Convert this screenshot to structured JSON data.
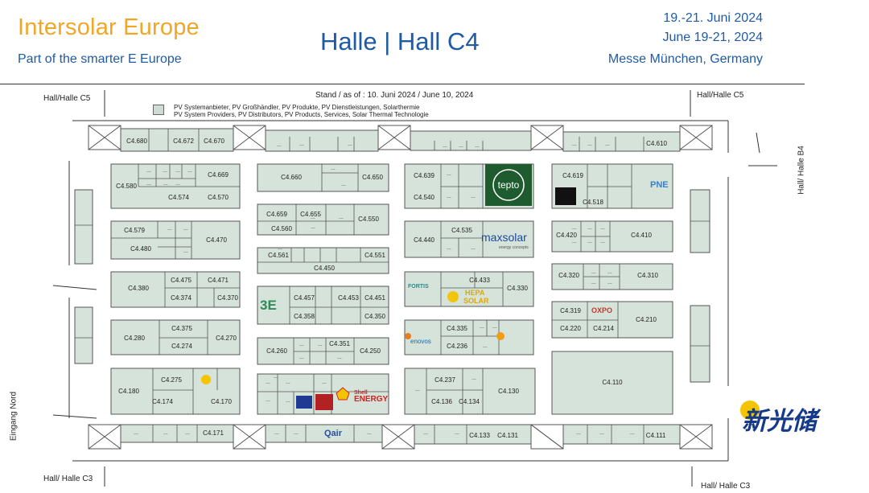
{
  "header": {
    "brand": "Intersolar Europe",
    "tagline": "Part of the smarter E Europe",
    "hall_title": "Halle | Hall C4",
    "date_de": "19.-21. Juni 2024",
    "date_en": "June 19-21, 2024",
    "venue": "Messe München, Germany"
  },
  "map": {
    "stand_date": "Stand / as of : 10. Juni 2024 / June 10, 2024",
    "legend_de": "PV Systemanbieter, PV Großhändler, PV Produkte, PV Dienstleistungen, Solarthermie",
    "legend_en": "PV System Providers, PV Distributors, PV Products, Services, Solar Thermal Technologie",
    "hall_top_left": "Hall/Halle C5",
    "hall_top_right": "Hall/Halle C5",
    "hall_right": "Hall/ Halle B4",
    "hall_bottom_left": "Hall/ Halle C3",
    "hall_bottom_right": "Hall/ Halle C3",
    "entrance": "Eingang Nord"
  },
  "watermark": "新光储",
  "booths": [
    [
      "C4.680",
      170,
      175
    ],
    [
      "C4.672",
      228,
      175
    ],
    [
      "C4.670",
      266,
      175
    ],
    [
      "C4.610",
      816,
      178
    ],
    [
      "C4.669",
      271,
      217
    ],
    [
      "C4.580",
      157,
      231
    ],
    [
      "C4.574",
      222,
      245
    ],
    [
      "C4.570",
      271,
      245
    ],
    [
      "C4.660",
      362,
      220
    ],
    [
      "C4.650",
      463,
      220
    ],
    [
      "C4.639",
      527,
      218
    ],
    [
      "C4.540",
      527,
      245
    ],
    [
      "C4.619",
      712,
      218
    ],
    [
      "C4.518",
      737,
      251
    ],
    [
      "C4.659",
      344,
      266
    ],
    [
      "C4.655",
      386,
      266
    ],
    [
      "C4.550",
      458,
      272
    ],
    [
      "C4.560",
      350,
      284
    ],
    [
      "C4.535",
      574,
      286
    ],
    [
      "C4.440",
      527,
      298
    ],
    [
      "C4.579",
      167,
      286
    ],
    [
      "C4.470",
      269,
      298
    ],
    [
      "C4.480",
      175,
      309
    ],
    [
      "C4.420",
      704,
      292
    ],
    [
      "C4.410",
      797,
      292
    ],
    [
      "C4.561",
      346,
      317
    ],
    [
      "C4.551",
      466,
      317
    ],
    [
      "C4.450",
      403,
      333
    ],
    [
      "C4.475",
      225,
      348
    ],
    [
      "C4.471",
      271,
      348
    ],
    [
      "C4.380",
      172,
      358
    ],
    [
      "C4.374",
      225,
      370
    ],
    [
      "C4.370",
      283,
      370
    ],
    [
      "C4.433",
      596,
      348
    ],
    [
      "C4.330",
      643,
      358
    ],
    [
      "C4.320",
      707,
      342
    ],
    [
      "C4.310",
      805,
      342
    ],
    [
      "C4.457",
      378,
      370
    ],
    [
      "C4.453",
      433,
      370
    ],
    [
      "C4.451",
      466,
      370
    ],
    [
      "C4.358",
      378,
      393
    ],
    [
      "C4.350",
      466,
      393
    ],
    [
      "C4.319",
      709,
      386
    ],
    [
      "C4.220",
      709,
      408
    ],
    [
      "C4.214",
      750,
      408
    ],
    [
      "C4.210",
      803,
      397
    ],
    [
      "C4.375",
      226,
      408
    ],
    [
      "C4.280",
      167,
      420
    ],
    [
      "C4.270",
      281,
      420
    ],
    [
      "C4.274",
      226,
      430
    ],
    [
      "C4.335",
      568,
      408
    ],
    [
      "C4.236",
      568,
      430
    ],
    [
      "C4.351",
      422,
      427
    ],
    [
      "C4.260",
      344,
      436
    ],
    [
      "C4.250",
      460,
      436
    ],
    [
      "C4.237",
      553,
      472
    ],
    [
      "C4.130",
      632,
      486
    ],
    [
      "C4.136",
      549,
      499
    ],
    [
      "C4.134",
      583,
      499
    ],
    [
      "C4.110",
      761,
      475
    ],
    [
      "C4.275",
      213,
      472
    ],
    [
      "C4.180",
      160,
      486
    ],
    [
      "C4.174",
      202,
      499
    ],
    [
      "C4.170",
      275,
      499
    ],
    [
      "C4.171",
      265,
      538
    ],
    [
      "C4.133",
      596,
      541
    ],
    [
      "C4.131",
      631,
      541
    ],
    [
      "C4.111",
      815,
      541
    ]
  ],
  "exhibitors": {
    "tepto": "tepto",
    "maxsolar": "maxsolar",
    "maxsolar_sub": "energy concepts",
    "fortis": "FORTIS",
    "hepa": "HEPA",
    "hepa_solar": "SOLAR",
    "pne": "PNE",
    "oxpo": "OXPO",
    "threeb": "3E",
    "enovos": "enovos",
    "shell": "Shell",
    "shell_energy": "ENERGY",
    "qair": "Qair"
  }
}
